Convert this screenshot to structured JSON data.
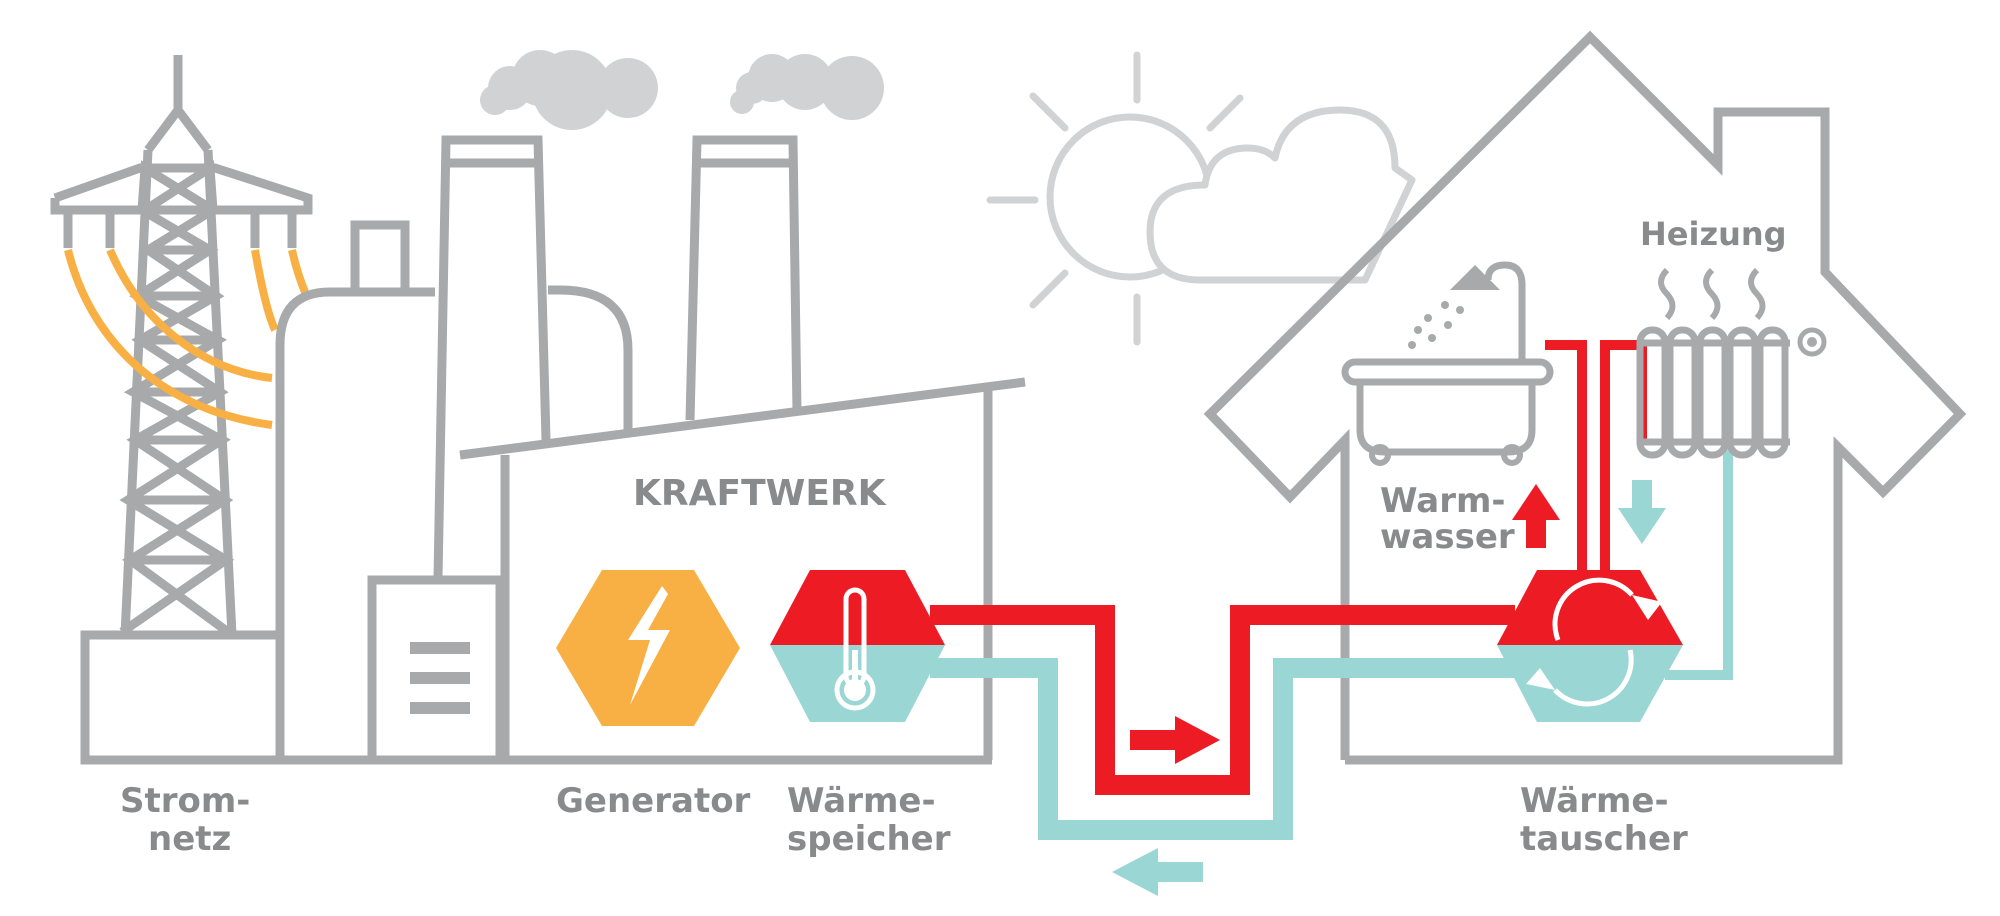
{
  "labels": {
    "stromnetz_1": "Strom-",
    "stromnetz_2": "netz",
    "kraftwerk": "KRAFTWERK",
    "generator": "Generator",
    "waermespeicher_1": "Wärme-",
    "waermespeicher_2": "speicher",
    "warmwasser_1": "Warm-",
    "warmwasser_2": "wasser",
    "heizung": "Heizung",
    "waermetauscher_1": "Wärme-",
    "waermetauscher_2": "tauscher"
  },
  "colors": {
    "outline_gray": "#a7a9ab",
    "light_gray": "#d1d2d3",
    "label_gray": "#898a8c",
    "hot_red": "#ed1c24",
    "cold_teal": "#9ad6d3",
    "wire_orange": "#f8b044",
    "generator_orange": "#f8b044"
  },
  "icons": [
    "power-pylon-icon",
    "smoke-cloud-icon",
    "sun-icon",
    "cloud-icon",
    "lightning-icon",
    "thermometer-icon",
    "shower-icon",
    "bathtub-icon",
    "radiator-icon",
    "flow-arrow-icon"
  ]
}
